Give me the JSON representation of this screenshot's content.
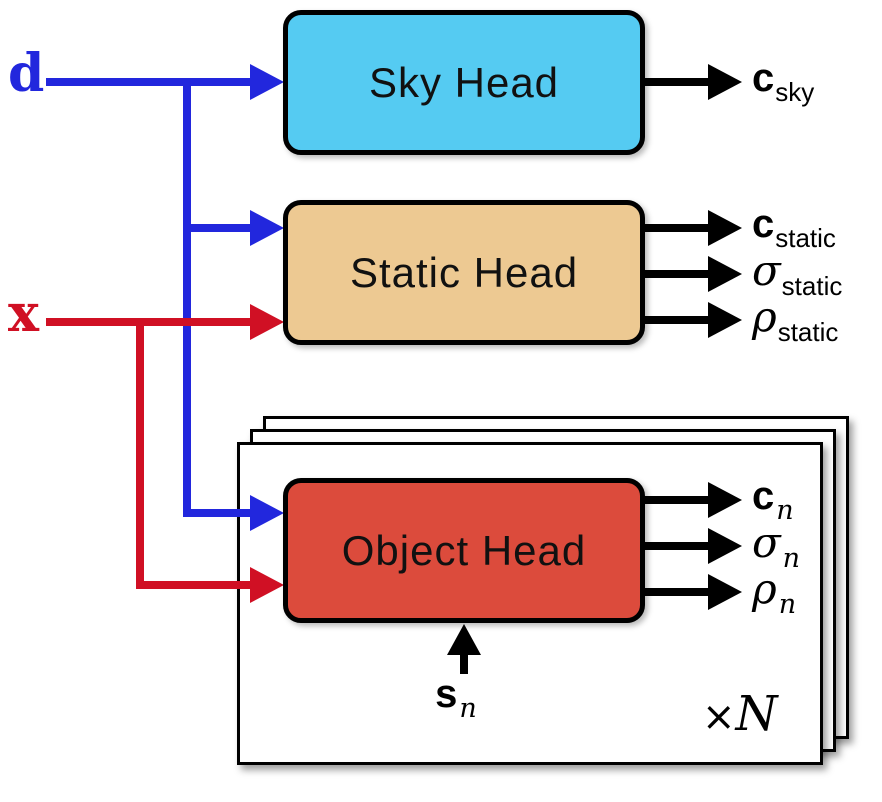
{
  "figure": {
    "type": "architecture-diagram",
    "inputs": {
      "d": {
        "label": "d",
        "color": "#2227dd"
      },
      "x": {
        "label": "x",
        "color": "#d01024"
      }
    },
    "heads": {
      "sky": {
        "label": "Sky Head",
        "fill_color": "#55cbf2"
      },
      "static": {
        "label": "Static Head",
        "fill_color": "#edc992"
      },
      "object": {
        "label": "Object Head",
        "fill_color": "#dc4b3c"
      }
    },
    "outputs": {
      "sky": [
        {
          "symbol": "c",
          "subscript": "sky"
        }
      ],
      "static": [
        {
          "symbol": "c",
          "subscript": "static"
        },
        {
          "symbol": "σ",
          "subscript": "static"
        },
        {
          "symbol": "ρ",
          "subscript": "static"
        }
      ],
      "object": [
        {
          "symbol": "c",
          "subscript": "n"
        },
        {
          "symbol": "σ",
          "subscript": "n"
        },
        {
          "symbol": "ρ",
          "subscript": "n"
        }
      ]
    },
    "object_block": {
      "input": {
        "symbol": "s",
        "subscript": "n"
      },
      "repeat": {
        "times_symbol": "×",
        "count_label": "N"
      }
    },
    "arrow_colors": {
      "view_direction": "#2227dd",
      "position": "#d01024",
      "output": "#000000"
    }
  }
}
